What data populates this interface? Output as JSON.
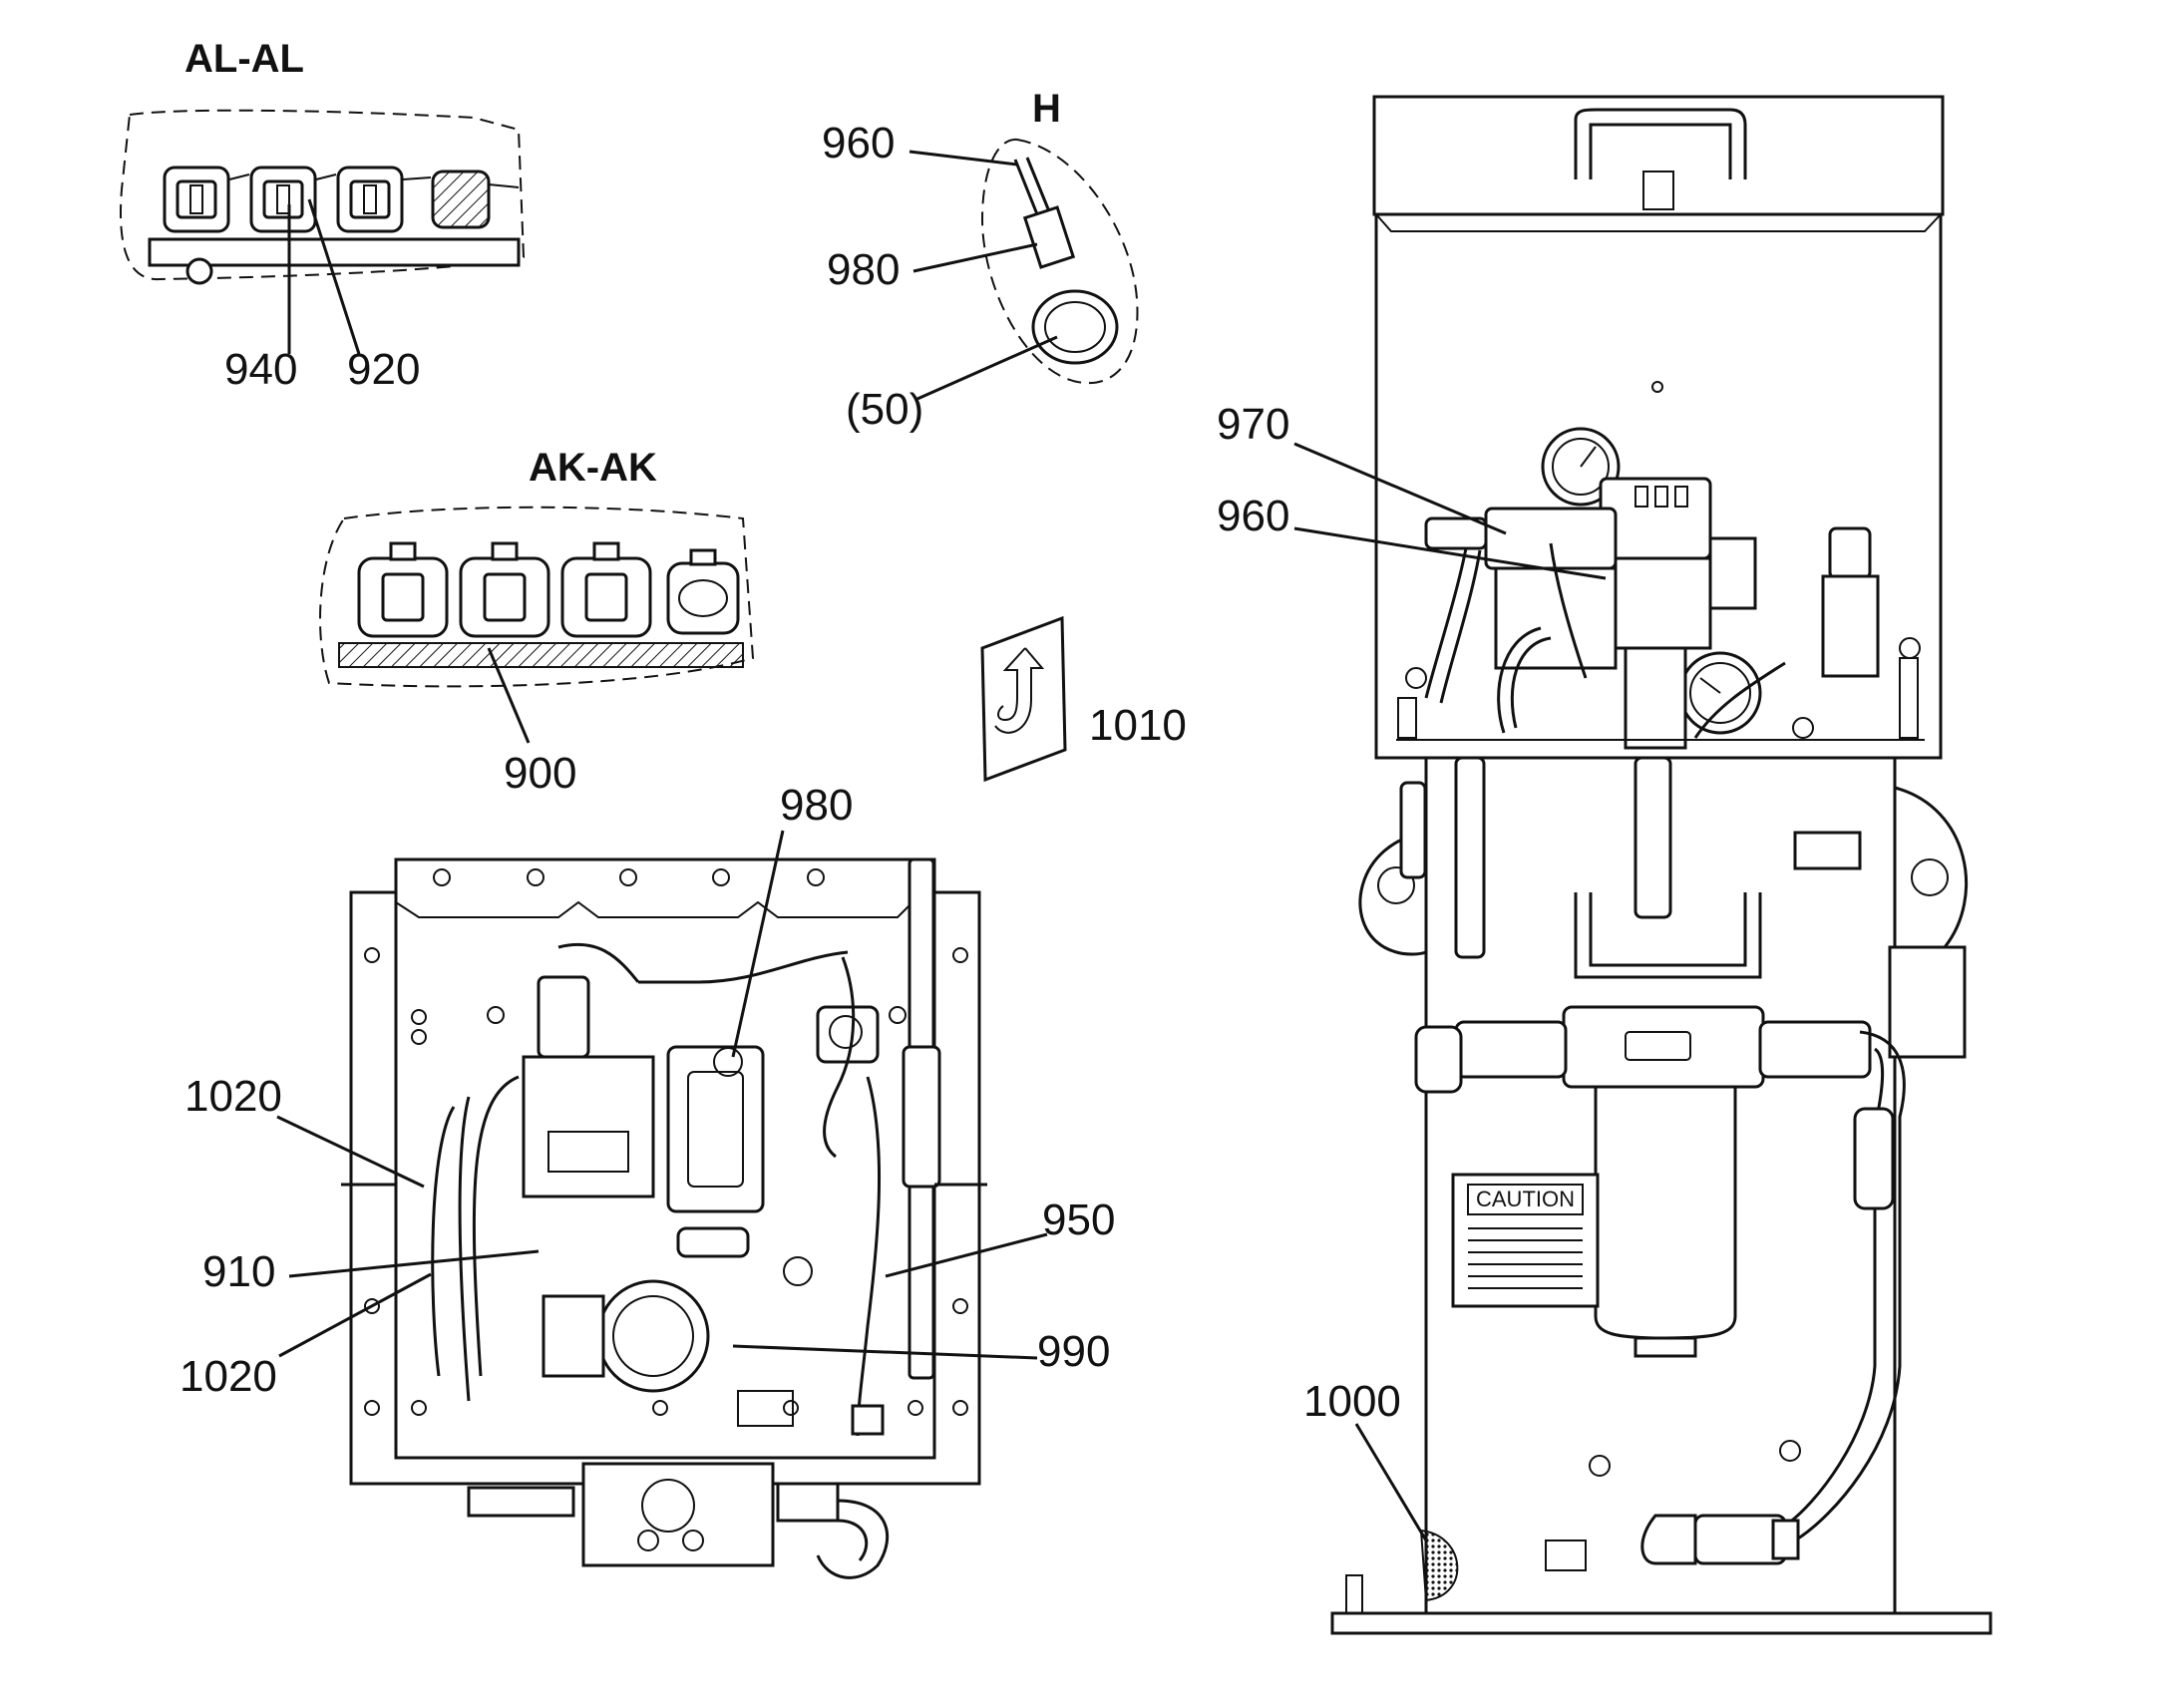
{
  "sections": {
    "al": "AL-AL",
    "ak": "AK-AK",
    "h": "H"
  },
  "callouts": {
    "c960_top": "960",
    "c980_top": "980",
    "c50": "(50)",
    "c940": "940",
    "c920": "920",
    "c900": "900",
    "c1010": "1010",
    "c980_mid": "980",
    "c1020_a": "1020",
    "c910": "910",
    "c1020_b": "1020",
    "c950": "950",
    "c990": "990",
    "c970": "970",
    "c960_right": "960",
    "c1000": "1000"
  },
  "caution_label": "CAUTION"
}
